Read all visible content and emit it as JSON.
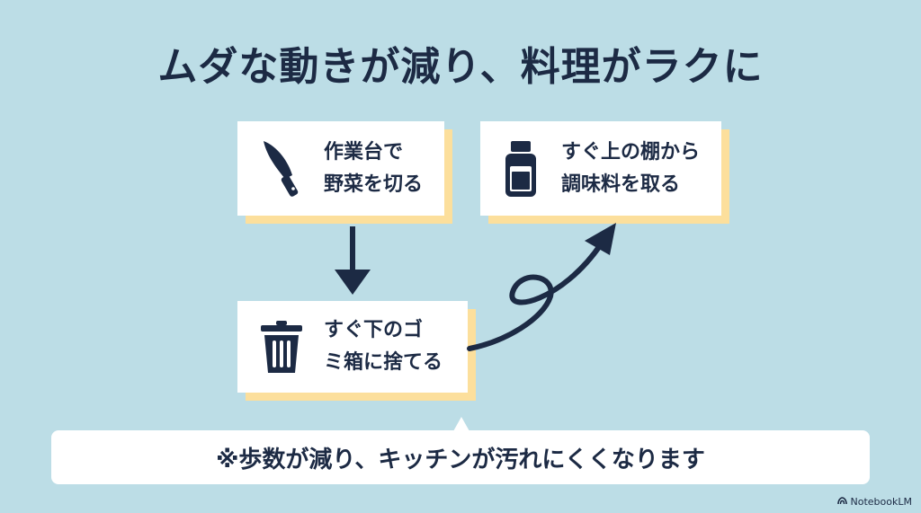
{
  "title": "ムダな動きが減り、料理がラクに",
  "steps": [
    {
      "icon": "knife-icon",
      "line1": "作業台で",
      "line2": "野菜を切る"
    },
    {
      "icon": "trash-can-icon",
      "line1": "すぐ下のゴ",
      "line2": "ミ箱に捨てる"
    },
    {
      "icon": "spice-jar-icon",
      "line1": "すぐ上の棚から",
      "line2": "調味料を取る"
    }
  ],
  "note": "※歩数が減り、キッチンが汚れにくくなります",
  "brand": "NotebookLM",
  "colors": {
    "background": "#bcdde6",
    "navy": "#1c2a44",
    "card": "#ffffff",
    "card_shadow": "#fcdf9c"
  }
}
